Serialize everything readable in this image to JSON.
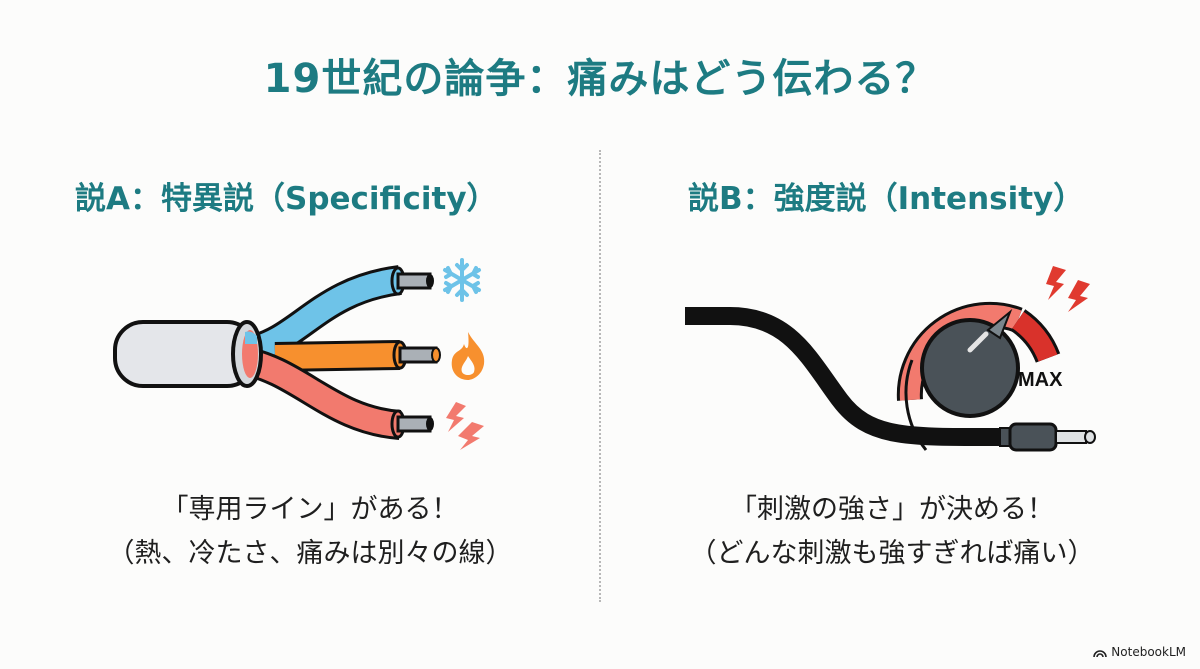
{
  "title": "19世紀の論争：痛みはどう伝わる？",
  "theory_a": {
    "heading": "説A：特異説（Specificity）",
    "line1": "「専用ライン」がある！",
    "line2": "（熱、冷たさ、痛みは別々の線）",
    "icons": [
      "snowflake-icon",
      "flame-icon",
      "lightning-icon"
    ],
    "wire_colors": {
      "cold": "#6ec3e8",
      "heat": "#f7902e",
      "pain": "#f27a6e",
      "sheath": "#e4e6ea"
    }
  },
  "theory_b": {
    "heading": "説B：強度説（Intensity）",
    "line1": "「刺激の強さ」が決める！",
    "line2": "（どんな刺激も強すぎれば痛い）",
    "dial_label": "MAX",
    "colors": {
      "dial": "#4a5258",
      "arc_light": "#f27a6e",
      "arc_dark": "#d9322b",
      "bolt": "#e03a2f"
    }
  },
  "branding": {
    "label": "NotebookLM"
  },
  "colors": {
    "accent": "#1d7b82",
    "background": "#fcfcfb"
  }
}
